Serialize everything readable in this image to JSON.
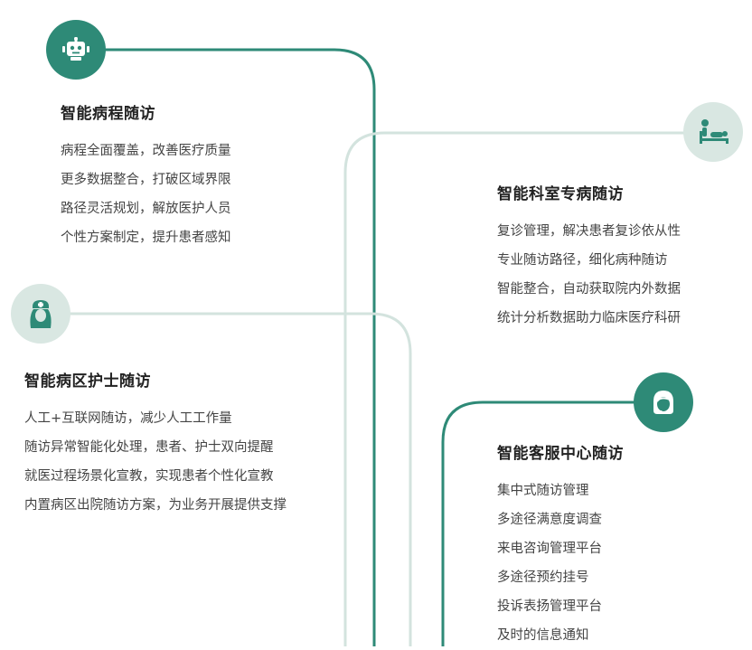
{
  "colors": {
    "accent": "#2e8a77",
    "accent_light": "#d9e7e2",
    "line_light": "#d3e3de"
  },
  "sections": [
    {
      "id": "disease-course",
      "title": "智能病程随访",
      "icon": "robot-icon",
      "items": [
        "病程全面覆盖，改善医疗质量",
        "更多数据整合，打破区域界限",
        "路径灵活规划，解放医护人员",
        "个性方案制定，提升患者感知"
      ]
    },
    {
      "id": "department-specialty",
      "title": "智能科室专病随访",
      "icon": "patient-bed-icon",
      "items": [
        "复诊管理，解决患者复诊依从性",
        "专业随访路径，细化病种随访",
        "智能整合，自动获取院内外数据",
        "统计分析数据助力临床医疗科研"
      ]
    },
    {
      "id": "ward-nurse",
      "title": "智能病区护士随访",
      "icon": "nurse-icon",
      "items": [
        "人工+互联网随访，减少人工工作量",
        "随访异常智能化处理，患者、护士双向提醒",
        "就医过程场景化宣教，实现患者个性化宣教",
        "内置病区出院随访方案，为业务开展提供支撑"
      ]
    },
    {
      "id": "service-center",
      "title": "智能客服中心随访",
      "icon": "customer-service-icon",
      "items": [
        "集中式随访管理",
        "多途径满意度调查",
        "来电咨询管理平台",
        "多途径预约挂号",
        "投诉表扬管理平台",
        "及时的信息通知"
      ]
    }
  ]
}
